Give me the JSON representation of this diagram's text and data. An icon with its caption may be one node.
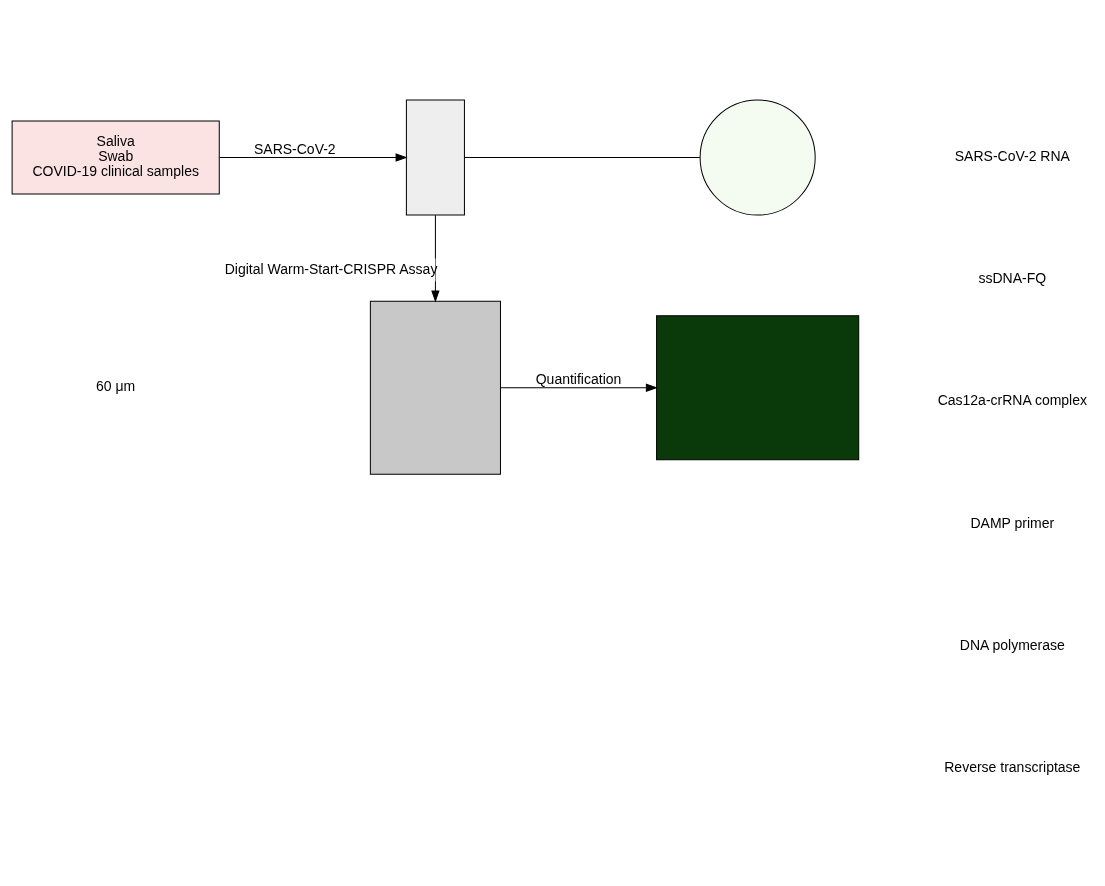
{
  "diagram": {
    "nodes": [
      {
        "text": [
          "Saliva",
          "Swab",
          "COVID-19 clinical samples"
        ]
      },
      {
        "text": [],
        "shape": "box"
      },
      {
        "text": [],
        "shape": "circle"
      },
      {
        "text": [],
        "shape": "box"
      },
      {
        "text": [],
        "shape": "box"
      }
    ],
    "edges": [
      {
        "from": 0,
        "to": 1,
        "arrow": "to",
        "label": "SARS-CoV-2"
      },
      {
        "from": 1,
        "to": 2,
        "arrow": "none"
      },
      {
        "from": 1,
        "to": 3,
        "arrow": "to",
        "label": "Digital Warm-Start-CRISPR Assay"
      },
      {
        "from": 3,
        "to": 4,
        "arrow": "to",
        "label": "Quantification"
      }
    ],
    "labels": [
      "60 μm"
    ],
    "legend": [
      {
        "text": "SARS-CoV-2 RNA"
      },
      {
        "text": "ssDNA-FQ"
      },
      {
        "text": "Cas12a-crRNA complex"
      },
      {
        "text": "DAMP primer"
      },
      {
        "text": "DNA polymerase"
      },
      {
        "text": "Reverse transcriptase"
      }
    ]
  }
}
